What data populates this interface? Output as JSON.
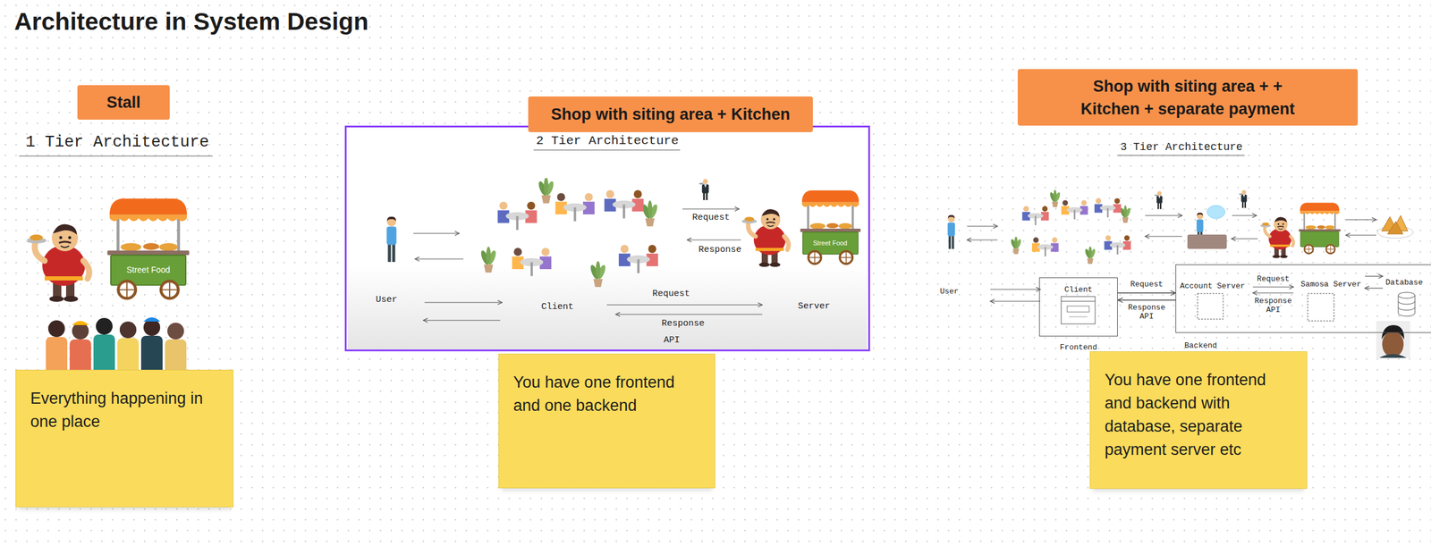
{
  "diagram": {
    "title": "Architecture in System Design",
    "nodes": [
      {
        "text": [
          "Stall"
        ]
      },
      {
        "text": [
          "Everything happening in one place"
        ]
      },
      {
        "text": [
          "Shop with siting area + Kitchen"
        ]
      },
      {
        "text": [
          "2 Tier Architecture"
        ]
      },
      {
        "text": [
          "You have one frontend and one backend"
        ]
      },
      {
        "text": [
          "Shop with siting area + + Kitchen + separate payment"
        ]
      },
      {
        "text": [
          "Client",
          "Frontend"
        ]
      },
      {
        "text": [
          "Backend"
        ]
      },
      {
        "text": [
          "You have one frontend and backend with database, separate payment server etc"
        ]
      }
    ],
    "edges": [
      {
        "from": 6,
        "to": 7,
        "label": "Request",
        "arrow": "to"
      },
      {
        "from": 7,
        "to": 6,
        "label": "Response API",
        "arrow": "to"
      }
    ],
    "labels": [
      "1 Tier Architecture",
      "Street Food",
      "User",
      "Client",
      "Server",
      "Request",
      "Response",
      "Request",
      "Response",
      "API",
      "Street Food",
      "3 Tier Architecture",
      "User",
      "Account Server",
      "Request",
      "Response API",
      "Samosa Server",
      "Database"
    ]
  }
}
